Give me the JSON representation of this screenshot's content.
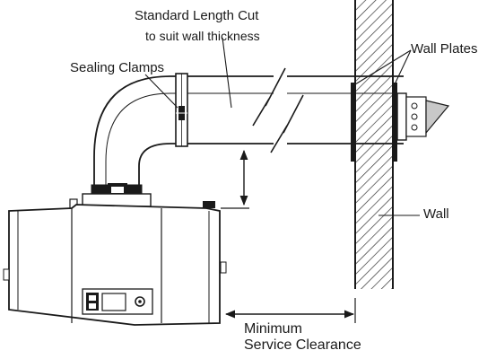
{
  "labels": {
    "title_line1": "Standard Length Cut",
    "title_line2": "to suit wall thickness",
    "sealing_clamps": "Sealing Clamps",
    "wall_plates": "Wall Plates",
    "wall": "Wall",
    "min_clearance_line1": "Minimum",
    "min_clearance_line2": "Service Clearance"
  },
  "colors": {
    "line": "#1a1a1a",
    "fill_light": "#ffffff",
    "fill_dark": "#1a1a1a",
    "hatch": "#333333",
    "pipe_end": "#c8c8c8"
  }
}
